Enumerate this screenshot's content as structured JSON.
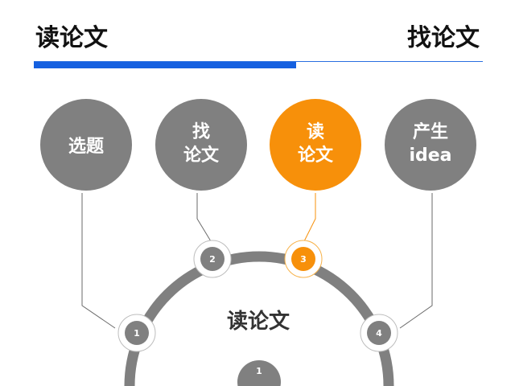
{
  "header": {
    "left_title": "读论文",
    "right_title": "找论文"
  },
  "steps": [
    {
      "line1": "选题",
      "line2": "",
      "active": false
    },
    {
      "line1": "找",
      "line2": "论文",
      "active": false
    },
    {
      "line1": "读",
      "line2": "论文",
      "active": true
    },
    {
      "line1": "产生",
      "line2": "idea",
      "active": false
    }
  ],
  "arc": {
    "center_title": "读论文",
    "nodes": [
      "1",
      "2",
      "3",
      "4"
    ],
    "bottom_node": "1"
  },
  "colors": {
    "gray": "#808080",
    "orange": "#f7900a",
    "blue": "#1560e0"
  }
}
